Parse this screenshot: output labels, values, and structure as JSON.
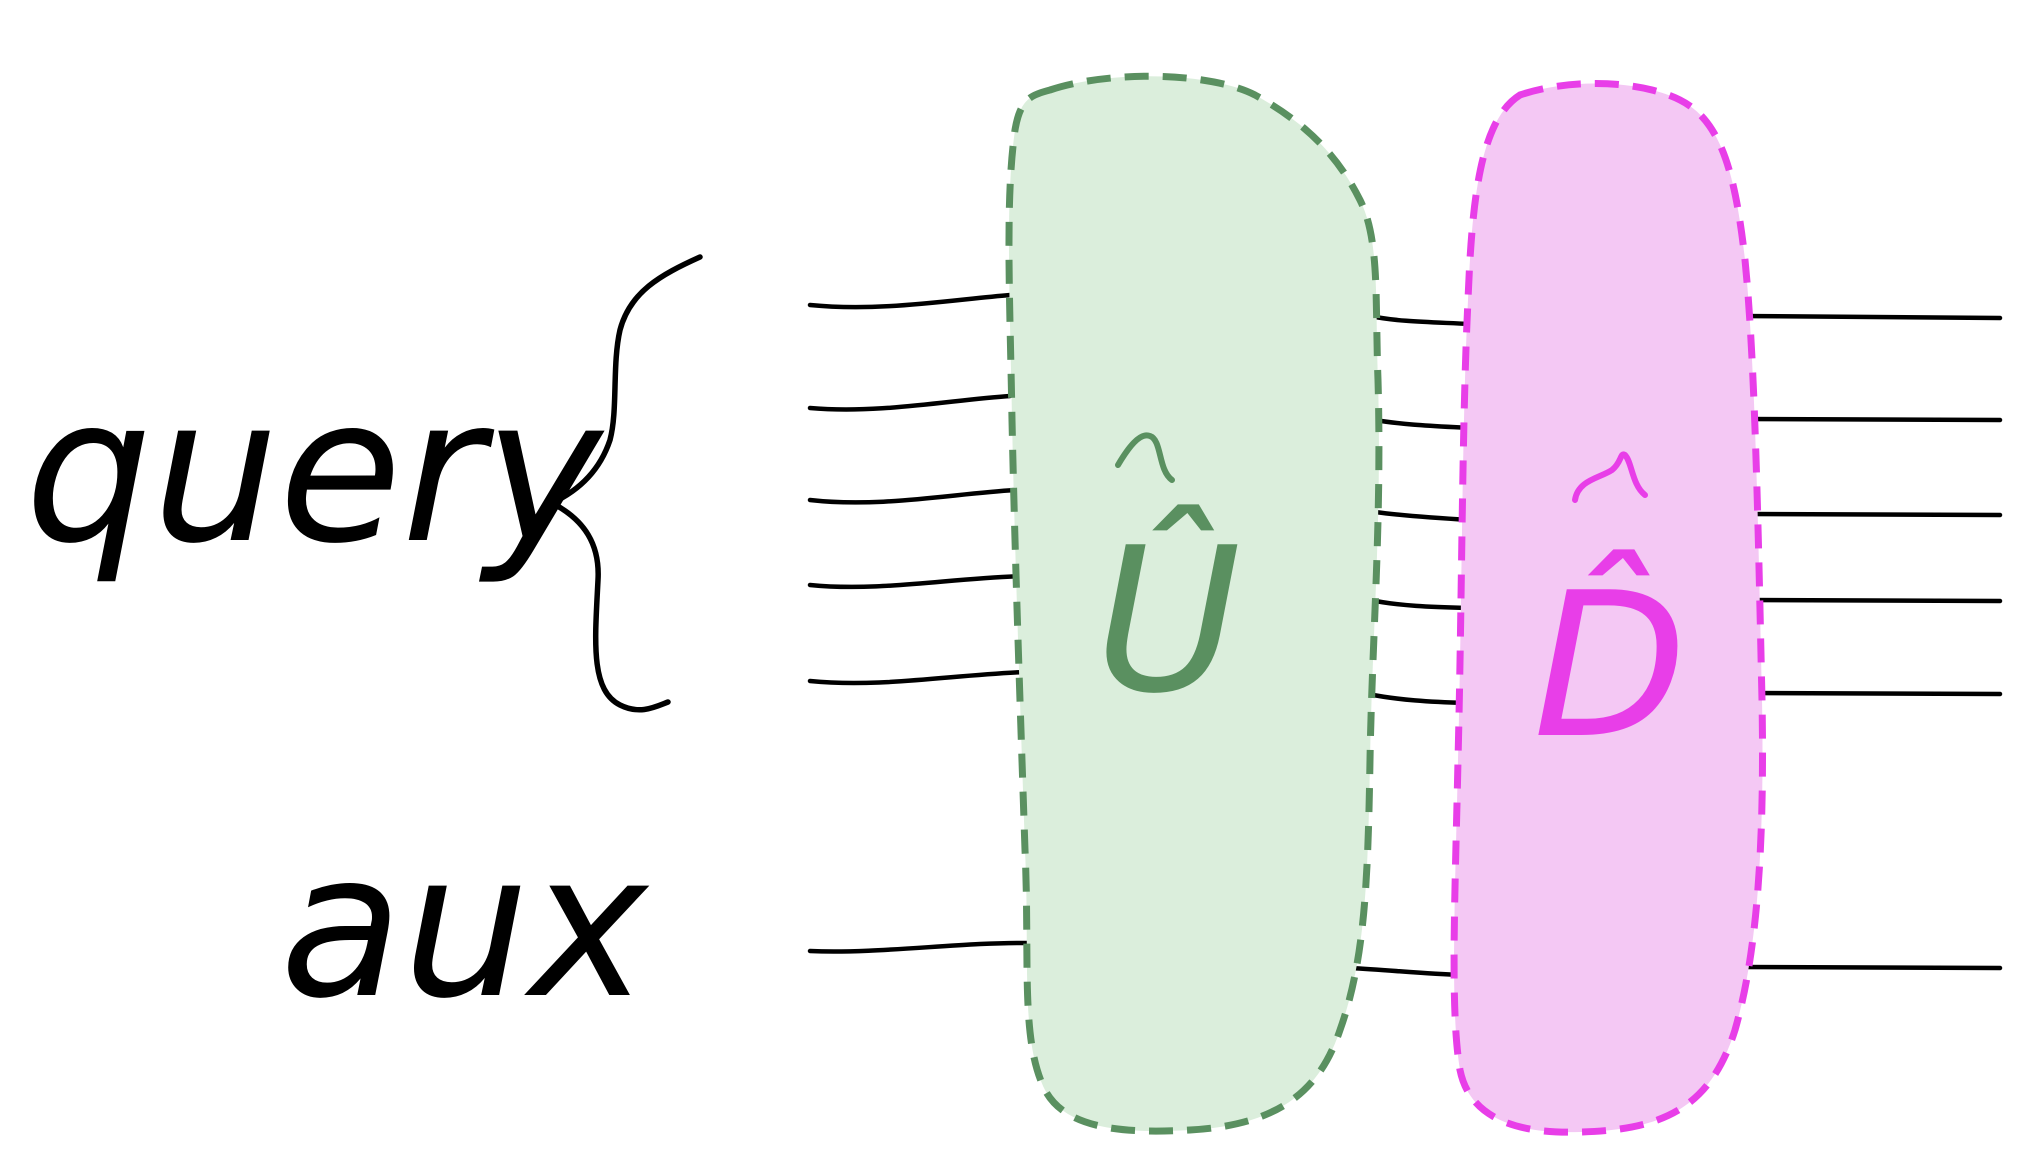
{
  "labels": {
    "query": "query",
    "aux": "aux",
    "u_gate": "Û",
    "d_gate": "D̂"
  },
  "colors": {
    "wire": "#000000",
    "u_fill": "#dbeedc",
    "u_stroke": "#5a9060",
    "d_fill": "#f4c8f4",
    "d_stroke": "#e83ee8",
    "background": "#ffffff"
  }
}
